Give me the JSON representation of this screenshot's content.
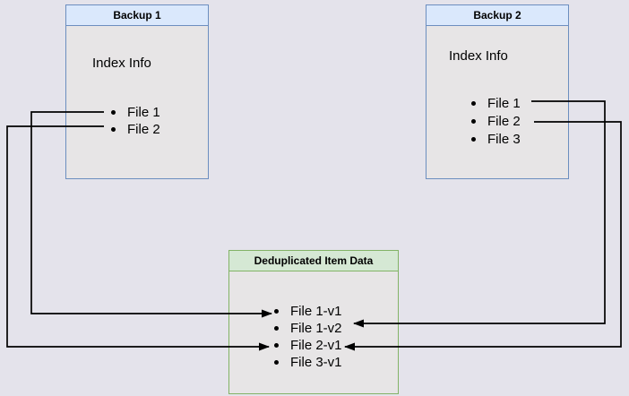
{
  "canvas": {
    "background": "#E4E3EB",
    "line_color": "#000000"
  },
  "boxes": {
    "backup1": {
      "title": "Backup 1",
      "subtitle": "Index Info",
      "items": [
        "File 1",
        "File 2"
      ],
      "header_fill": "#DAE8FC",
      "border_color": "#6C8EBF",
      "body_fill": "#E7E5E6"
    },
    "backup2": {
      "title": "Backup 2",
      "subtitle": "Index Info",
      "items": [
        "File 1",
        "File 2",
        "File 3"
      ],
      "header_fill": "#DAE8FC",
      "border_color": "#6C8EBF",
      "body_fill": "#E7E5E6"
    },
    "dedup": {
      "title": "Deduplicated Item Data",
      "items": [
        "File 1-v1",
        "File 1-v2",
        "File 2-v1",
        "File 3-v1"
      ],
      "header_fill": "#D5E8D4",
      "border_color": "#82B366",
      "body_fill": "#E7E5E6"
    }
  },
  "edges": [
    {
      "from": "Backup 1 / File 1",
      "to": "Deduplicated Item Data / File 1-v1"
    },
    {
      "from": "Backup 1 / File 2",
      "to": "Deduplicated Item Data / File 2-v1"
    },
    {
      "from": "Backup 2 / File 1",
      "to": "Deduplicated Item Data / File 1-v2"
    },
    {
      "from": "Backup 2 / File 2",
      "to": "Deduplicated Item Data / File 2-v1"
    }
  ]
}
